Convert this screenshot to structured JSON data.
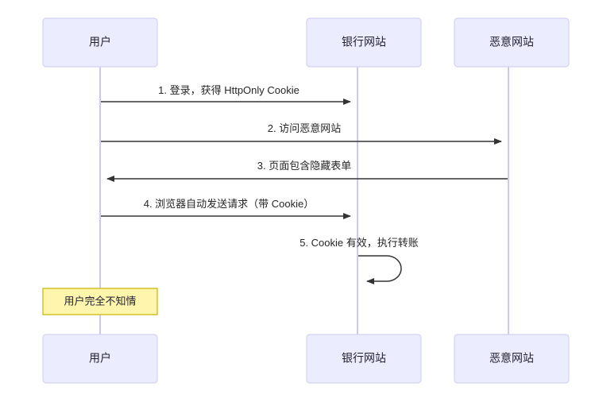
{
  "diagram": {
    "type": "sequence-diagram",
    "background_color": "#ffffff",
    "actor_fill": "#ECECFF",
    "actor_stroke": "#D4D1F0",
    "lifeline_color": "#CFC9F2",
    "message_color": "#333333",
    "note_fill": "#FFF5AD",
    "note_stroke": "#C7B500"
  },
  "actors": [
    {
      "id": "user",
      "label": "用户"
    },
    {
      "id": "bank",
      "label": "银行网站"
    },
    {
      "id": "evil",
      "label": "恶意网站"
    }
  ],
  "actors_bottom": [
    {
      "id": "user",
      "label": "用户"
    },
    {
      "id": "bank",
      "label": "银行网站"
    },
    {
      "id": "evil",
      "label": "恶意网站"
    }
  ],
  "messages": [
    {
      "index": "1",
      "label": "1. 登录，获得 HttpOnly Cookie",
      "from": "user",
      "to": "bank",
      "direction": "right",
      "kind": "solid"
    },
    {
      "index": "2",
      "label": "2. 访问恶意网站",
      "from": "user",
      "to": "evil",
      "direction": "right",
      "kind": "solid"
    },
    {
      "index": "3",
      "label": "3. 页面包含隐藏表单",
      "from": "evil",
      "to": "user",
      "direction": "left",
      "kind": "solid"
    },
    {
      "index": "4",
      "label": "4. 浏览器自动发送请求（带 Cookie）",
      "from": "user",
      "to": "bank",
      "direction": "right",
      "kind": "solid"
    },
    {
      "index": "5",
      "label": "5. Cookie 有效，执行转账",
      "from": "bank",
      "to": "bank",
      "direction": "self",
      "kind": "self-loop"
    }
  ],
  "notes": [
    {
      "id": "note-user-unaware",
      "label": "用户完全不知情",
      "over": "user"
    }
  ]
}
